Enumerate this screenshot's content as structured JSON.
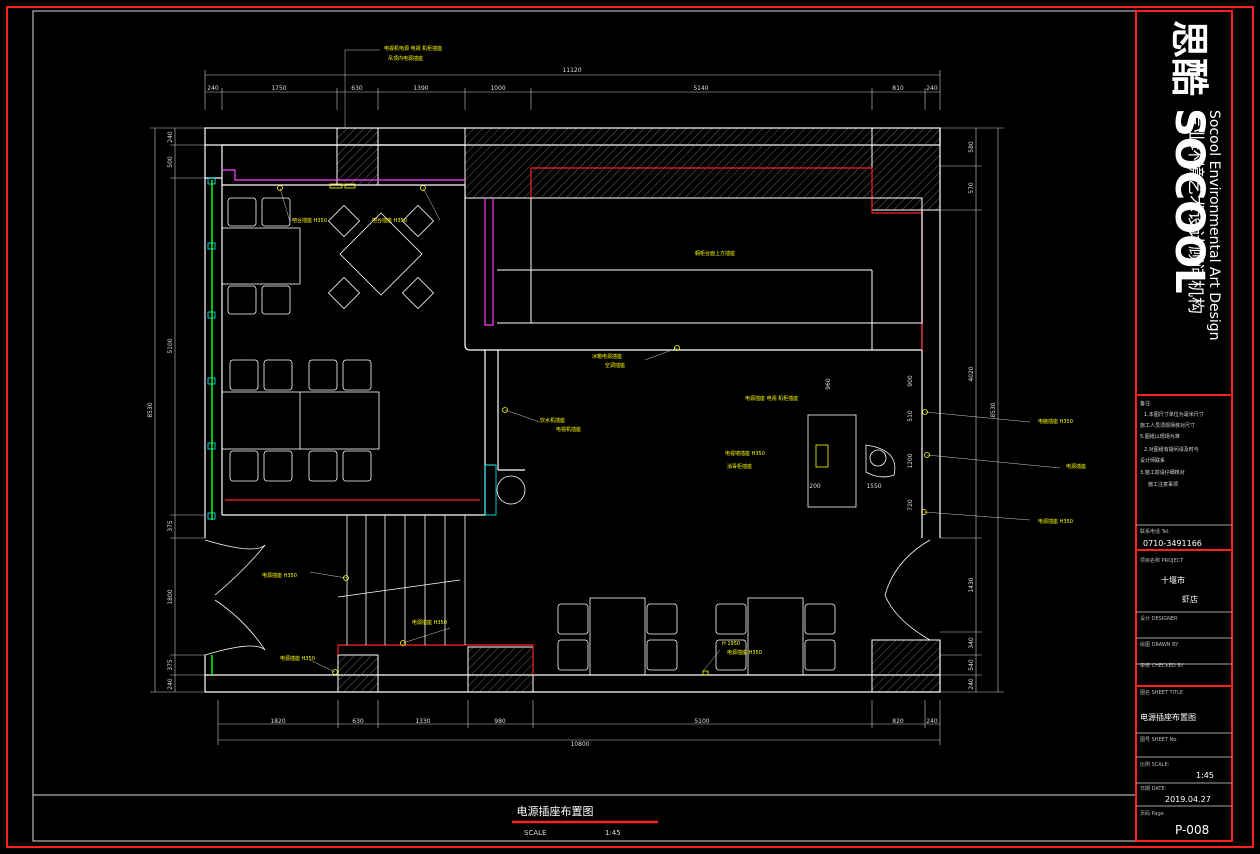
{
  "drawing": {
    "title": "电源插座布置图",
    "scale_label": "SCALE",
    "scale_value": "1:45"
  },
  "brand": {
    "logo_cn": "思酷",
    "name": "SOCOOL",
    "slogan_cn": "专业环境艺术设计顾问机构",
    "slogan_en": "Socool Environmental Art Design"
  },
  "title_block": {
    "notes_header": "备注:",
    "notes": [
      "1.本图尺寸单位为毫米尺寸",
      "施工人员须现场核对尺寸",
      "5.图纸以现场为准",
      "2.对图纸有疑问请及时与",
      "设计师联系",
      "3.施工前请仔细核对",
      "施工注意事项"
    ],
    "phone_label": "联系电话 Tel:",
    "phone": "0710-3491166",
    "project_label": "项目名称 PROJECT",
    "project_line1": "十堰市",
    "project_line2": "虾店",
    "designer_label": "设计 DESIGNER",
    "drawn_label": "绘图 DRAWN BY",
    "checked_label": "审核 CHECKED BY",
    "sheet_title_label": "图名 SHEET TITLE",
    "sheet_title": "电源插座布置图",
    "sheet_no_label": "图号 SHEET No.",
    "scale_label": "比例 SCALE:",
    "scale": "1:45",
    "date_label": "日期 DATE:",
    "date": "2019.04.27",
    "page_label": "页码 Page",
    "page": "P-008"
  },
  "dimensions": {
    "top_total": "11120",
    "top_segments": [
      "240",
      "1750",
      "630",
      "1390",
      "1000",
      "5140",
      "810",
      "240"
    ],
    "bottom_total": "10800",
    "bottom_segments": [
      "1820",
      "630",
      "1330",
      "980",
      "5100",
      "820",
      "240"
    ],
    "left_total": "8530",
    "left_segments": [
      "240",
      "500",
      "5100",
      "375",
      "1800",
      "375",
      "240"
    ],
    "right_total": "8530",
    "right_segments": [
      "580",
      "570",
      "4020",
      "1430",
      "340",
      "540",
      "240"
    ],
    "inner": [
      "900",
      "510",
      "1200",
      "720",
      "200",
      "1550",
      "960"
    ]
  },
  "annotations": {
    "a1": "吧台插座 H350",
    "a2": "吧台插座 H350",
    "a3": "电视机电源 电视 机柜插座",
    "a4": "橱柜台面上方插座",
    "a5": "电源插座 H350",
    "a6": "冰箱电源插座",
    "a7": "电视墙插座 H350",
    "a8": "电源插座 H350",
    "a9": "空调插座",
    "a10": "吊顶内电源插座",
    "a11": "电源插座 电视 机柜插座",
    "a12": "电脑插座 H350",
    "a13": "饮水机插座",
    "a14": "电视机插座",
    "a15": "消毒柜插座",
    "a16": "H 1950",
    "a17": "电源插座 H350",
    "a18": "电源插座"
  }
}
